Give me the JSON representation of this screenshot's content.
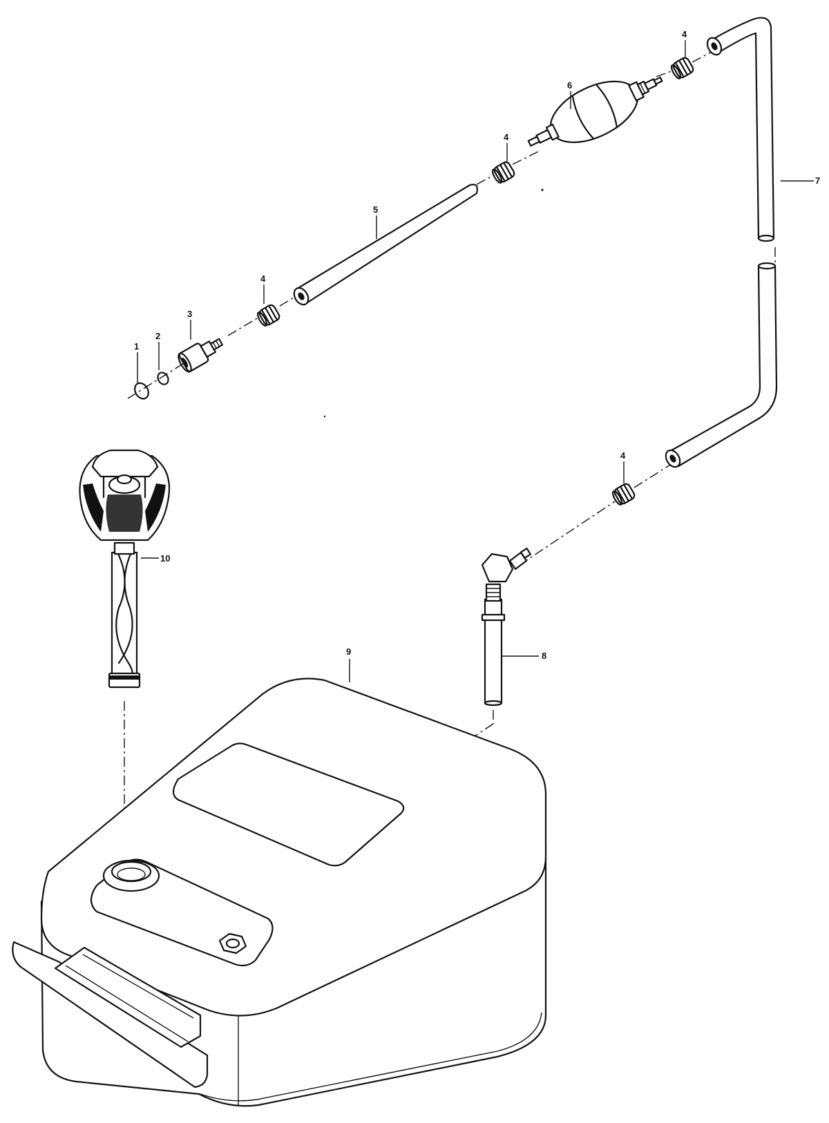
{
  "callouts": [
    {
      "id": "c1",
      "text": "1"
    },
    {
      "id": "c2",
      "text": "2"
    },
    {
      "id": "c3",
      "text": "3"
    },
    {
      "id": "c4a",
      "text": "4"
    },
    {
      "id": "c4b",
      "text": "4"
    },
    {
      "id": "c4c",
      "text": "4"
    },
    {
      "id": "c4d",
      "text": "4"
    },
    {
      "id": "c5",
      "text": "5"
    },
    {
      "id": "c6",
      "text": "6"
    },
    {
      "id": "c7",
      "text": "7"
    },
    {
      "id": "c8",
      "text": "8"
    },
    {
      "id": "c9",
      "text": "9"
    },
    {
      "id": "c10",
      "text": "10"
    }
  ]
}
